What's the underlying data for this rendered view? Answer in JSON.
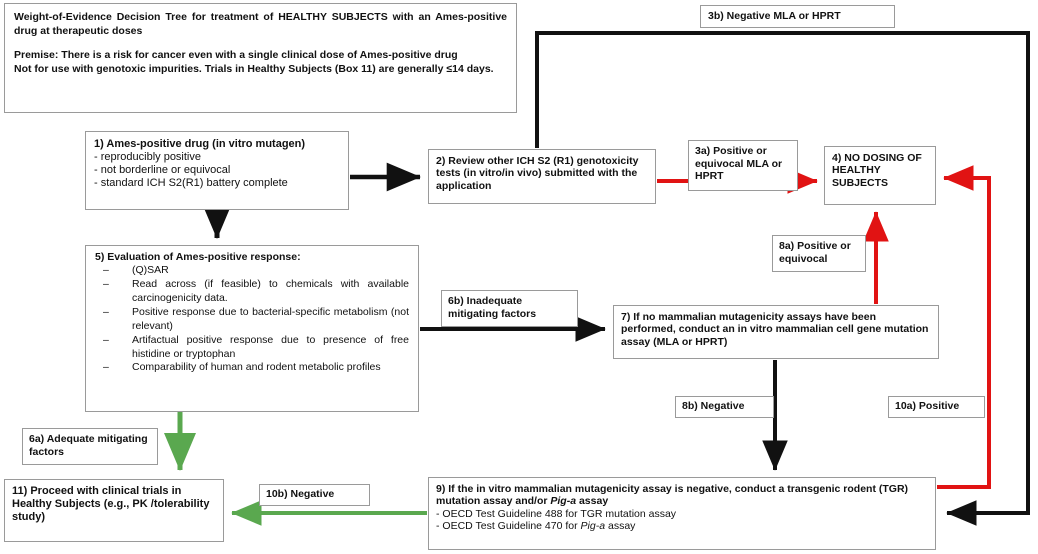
{
  "header_note": {
    "line1": "Weight-of-Evidence Decision Tree for treatment of HEALTHY SUBJECTS with an Ames-positive drug at therapeutic doses",
    "line2": "Premise: There is a risk for cancer even with a single clinical dose of Ames-positive drug",
    "line3": "Not for use with genotoxic impurities. Trials in Healthy Subjects (Box 11) are generally ≤14 days."
  },
  "boxes": {
    "b1": {
      "title": "1) Ames-positive drug (in vitro mutagen)",
      "items": [
        "- reproducibly positive",
        "- not borderline or equivocal",
        "- standard ICH S2(R1) battery complete"
      ]
    },
    "b2": {
      "text": "2) Review other ICH S2 (R1) genotoxicity tests (in vitro/in vivo) submitted with the application"
    },
    "b4": {
      "text": "4) NO DOSING OF HEALTHY SUBJECTS"
    },
    "b5": {
      "title": "5) Evaluation of Ames-positive response:",
      "items": [
        "(Q)SAR",
        "Read across (if feasible) to chemicals with available carcinogenicity data.",
        "Positive response due to bacterial-specific metabolism (not relevant)",
        "Artifactual positive response due to presence of free histidine or tryptophan",
        "Comparability of human and rodent metabolic profiles"
      ]
    },
    "b7": {
      "text": "7) If no mammalian mutagenicity assays have been performed, conduct an in vitro mammalian cell gene mutation assay (MLA or HPRT)"
    },
    "b9": {
      "title_a": "9) If the in vitro mammalian mutagenicity assay is negative, conduct a transgenic rodent (TGR) mutation assay and/or ",
      "title_b": "Pig-a",
      "title_c": " assay",
      "sub1": "- OECD Test Guideline 488 for TGR mutation assay",
      "sub2_a": "- OECD Test Guideline 470 for ",
      "sub2_b": "Pig-a",
      "sub2_c": " assay"
    },
    "b11": {
      "text": "11) Proceed with clinical trials in Healthy Subjects (e.g., PK /tolerability study)"
    }
  },
  "labels": {
    "l3a": "3a) Positive or equivocal MLA or HPRT",
    "l3b": "3b) Negative MLA or HPRT",
    "l6a": "6a) Adequate mitigating factors",
    "l6b": "6b) Inadequate mitigating factors",
    "l8a": "8a) Positive or equivocal",
    "l8b": "8b) Negative",
    "l10a": "10a) Positive",
    "l10b": "10b) Negative"
  },
  "colors": {
    "black": "#111111",
    "red": "#e11313",
    "green": "#5aa84f",
    "box_border": "#9a9a9a"
  }
}
